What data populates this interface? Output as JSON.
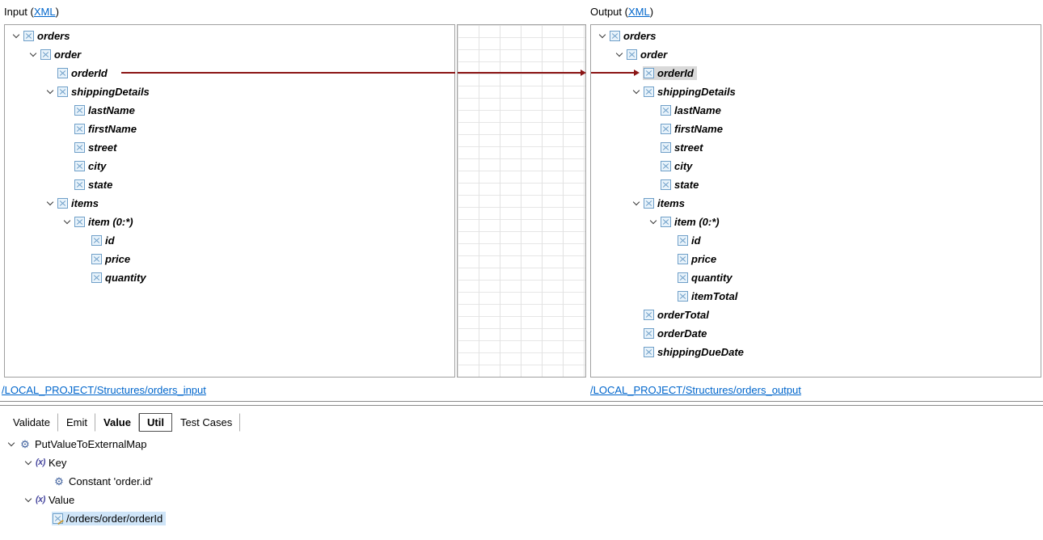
{
  "colors": {
    "link": "#0066cc",
    "mapping_line": "#8b1515",
    "selection_gray": "#d9d9d9",
    "selection_blue": "#cfe5f8",
    "icon_border": "#6f9fc8",
    "icon_fill": "#e8f3fb"
  },
  "icons": {
    "gear_glyph": "⚙",
    "fx_glyph": "(x)",
    "element": "xml-element-square",
    "chevron": "chevron-down"
  },
  "header": {
    "input_label": "Input (",
    "input_link": "XML",
    "input_close": ")",
    "output_label": "Output (",
    "output_link": "XML",
    "output_close": ")"
  },
  "input_panel": {
    "footer_link": "/LOCAL_PROJECT/Structures/orders_input",
    "tree": [
      {
        "label": "orders",
        "depth": 0,
        "expanded": true,
        "icon": "element"
      },
      {
        "label": "order",
        "depth": 1,
        "expanded": true,
        "icon": "element"
      },
      {
        "label": "orderId",
        "depth": 2,
        "icon": "element"
      },
      {
        "label": "shippingDetails",
        "depth": 2,
        "expanded": true,
        "icon": "element"
      },
      {
        "label": "lastName",
        "depth": 3,
        "icon": "element"
      },
      {
        "label": "firstName",
        "depth": 3,
        "icon": "element"
      },
      {
        "label": "street",
        "depth": 3,
        "icon": "element"
      },
      {
        "label": "city",
        "depth": 3,
        "icon": "element"
      },
      {
        "label": "state",
        "depth": 3,
        "icon": "element"
      },
      {
        "label": "items",
        "depth": 2,
        "expanded": true,
        "icon": "element"
      },
      {
        "label": "item (0:*)",
        "depth": 3,
        "expanded": true,
        "icon": "element"
      },
      {
        "label": "id",
        "depth": 4,
        "icon": "element"
      },
      {
        "label": "price",
        "depth": 4,
        "icon": "element"
      },
      {
        "label": "quantity",
        "depth": 4,
        "icon": "element"
      }
    ]
  },
  "output_panel": {
    "footer_link": "/LOCAL_PROJECT/Structures/orders_output",
    "tree": [
      {
        "label": "orders",
        "depth": 0,
        "expanded": true,
        "icon": "element"
      },
      {
        "label": "order",
        "depth": 1,
        "expanded": true,
        "icon": "element"
      },
      {
        "label": "orderId",
        "depth": 2,
        "icon": "element",
        "highlight": "gray"
      },
      {
        "label": "shippingDetails",
        "depth": 2,
        "expanded": true,
        "icon": "element"
      },
      {
        "label": "lastName",
        "depth": 3,
        "icon": "element"
      },
      {
        "label": "firstName",
        "depth": 3,
        "icon": "element"
      },
      {
        "label": "street",
        "depth": 3,
        "icon": "element"
      },
      {
        "label": "city",
        "depth": 3,
        "icon": "element"
      },
      {
        "label": "state",
        "depth": 3,
        "icon": "element"
      },
      {
        "label": "items",
        "depth": 2,
        "expanded": true,
        "icon": "element"
      },
      {
        "label": "item (0:*)",
        "depth": 3,
        "expanded": true,
        "icon": "element"
      },
      {
        "label": "id",
        "depth": 4,
        "icon": "element"
      },
      {
        "label": "price",
        "depth": 4,
        "icon": "element"
      },
      {
        "label": "quantity",
        "depth": 4,
        "icon": "element"
      },
      {
        "label": "itemTotal",
        "depth": 4,
        "icon": "element"
      },
      {
        "label": "orderTotal",
        "depth": 2,
        "icon": "element"
      },
      {
        "label": "orderDate",
        "depth": 2,
        "icon": "element"
      },
      {
        "label": "shippingDueDate",
        "depth": 2,
        "icon": "element"
      }
    ]
  },
  "mapping": {
    "from": "orderId",
    "to": "orderId"
  },
  "bottom": {
    "tabs": [
      {
        "label": "Validate",
        "bold": false,
        "selected": false
      },
      {
        "label": "Emit",
        "bold": false,
        "selected": false
      },
      {
        "label": "Value",
        "bold": true,
        "selected": false
      },
      {
        "label": "Util",
        "bold": true,
        "selected": true
      },
      {
        "label": "Test Cases",
        "bold": false,
        "selected": false
      }
    ],
    "tree": [
      {
        "label": "PutValueToExternalMap",
        "depth": 0,
        "expanded": true,
        "icon": "gear"
      },
      {
        "label": "Key",
        "depth": 1,
        "expanded": true,
        "icon": "fx"
      },
      {
        "label": "Constant 'order.id'",
        "depth": 2,
        "icon": "gear"
      },
      {
        "label": "Value",
        "depth": 1,
        "expanded": true,
        "icon": "fx"
      },
      {
        "label": "/orders/order/orderId",
        "depth": 2,
        "icon": "xpath",
        "highlight": "blue"
      }
    ]
  }
}
